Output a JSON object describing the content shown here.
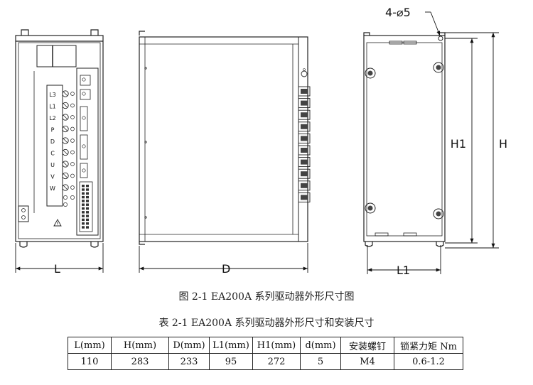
{
  "drawing": {
    "hole_callout": "4-⌀5",
    "dim_L": "L",
    "dim_D": "D",
    "dim_L1": "L1",
    "dim_H1": "H1",
    "dim_H": "H",
    "front_labels": [
      "L3",
      "L1",
      "L2",
      "P",
      "D",
      "C",
      "U",
      "V",
      "W"
    ]
  },
  "figure_caption": "图 2-1 EA200A 系列驱动器外形尺寸图",
  "table_caption": "表 2-1 EA200A 系列驱动器外形尺寸和安装尺寸",
  "table": {
    "headers": [
      "L(mm)",
      "H(mm)",
      "D(mm)",
      "L1(mm)",
      "H1(mm)",
      "d(mm)",
      "安装螺钉",
      "锁紧力矩 Nm"
    ],
    "row": [
      "110",
      "283",
      "233",
      "95",
      "272",
      "5",
      "M4",
      "0.6-1.2"
    ]
  }
}
